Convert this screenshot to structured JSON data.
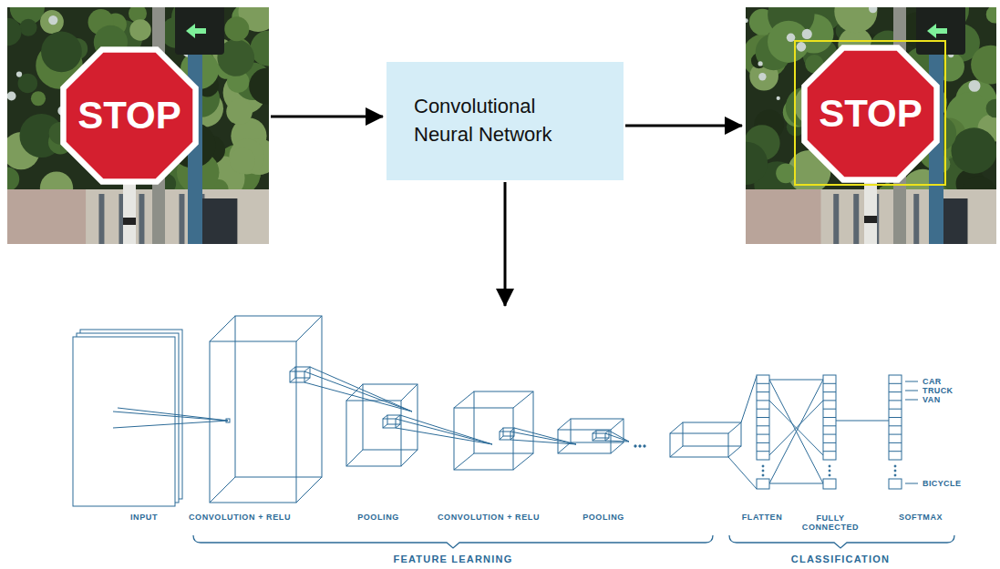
{
  "diagram": {
    "nodes": [
      {
        "text": [
          "STOP"
        ]
      },
      {
        "text": [
          "Convolutional Neural Network"
        ]
      },
      {
        "text": [
          "STOP"
        ]
      },
      {
        "text": [
          "INPUT",
          "CONVOLUTION + RELU",
          "POOLING",
          "CONVOLUTION + RELU",
          "POOLING",
          "FLATTEN",
          "FULLY CONNECTED",
          "SOFTMAX",
          "CAR",
          "TRUCK",
          "VAN",
          "BICYCLE",
          "FEATURE LEARNING",
          "CLASSIFICATION"
        ]
      }
    ],
    "edges": [
      {
        "from": 0,
        "to": 1,
        "arrow": "to"
      },
      {
        "from": 1,
        "to": 2,
        "arrow": "to"
      },
      {
        "from": 1,
        "to": 3,
        "arrow": "to"
      }
    ]
  }
}
